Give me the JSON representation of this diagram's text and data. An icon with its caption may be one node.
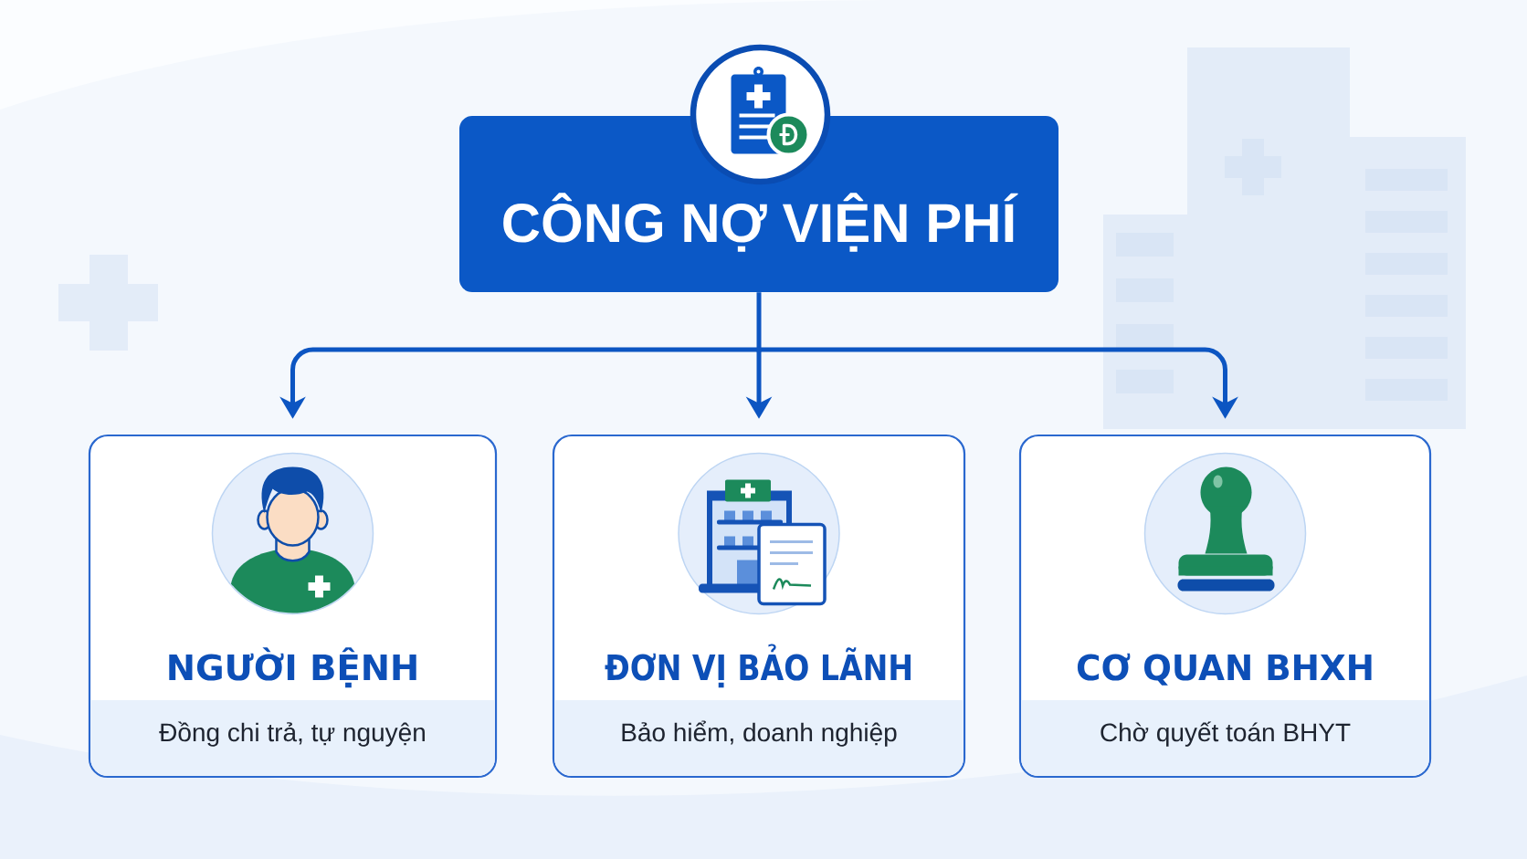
{
  "diagram": {
    "nodes": [
      {
        "text": [
          "CÔNG NỢ VIỆN PHÍ"
        ]
      },
      {
        "text": [
          "NGƯỜI BỆNH",
          "Đồng chi trả, tự nguyện"
        ]
      },
      {
        "text": [
          "ĐƠN VỊ BẢO LÃNH",
          "Bảo hiểm, doanh nghiệp"
        ]
      },
      {
        "text": [
          "CƠ QUAN BHXH",
          "Chờ quyết toán BHYT"
        ]
      }
    ],
    "edges": [
      {
        "from": 0,
        "to": 1,
        "arrow": "to"
      },
      {
        "from": 0,
        "to": 2,
        "arrow": "to"
      },
      {
        "from": 0,
        "to": 3,
        "arrow": "to"
      }
    ]
  }
}
